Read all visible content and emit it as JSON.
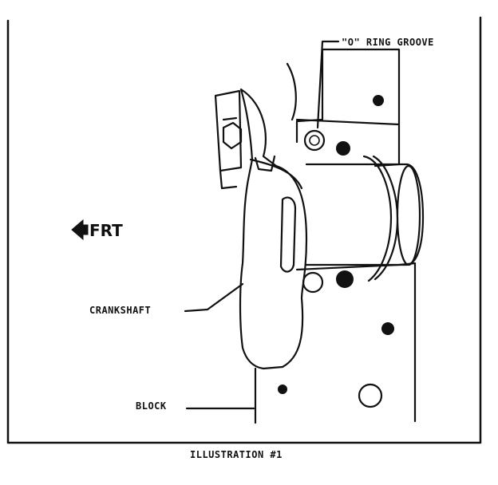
{
  "labels": {
    "oring_groove": "\"O\" RING GROOVE",
    "direction": "FRT",
    "crankshaft": "CRANKSHAFT",
    "block": "BLOCK",
    "caption": "ILLUSTRATION #1"
  },
  "icons": {
    "direction_arrow": "left-arrow-icon"
  },
  "colors": {
    "ink": "#111111",
    "paper": "#ffffff"
  }
}
